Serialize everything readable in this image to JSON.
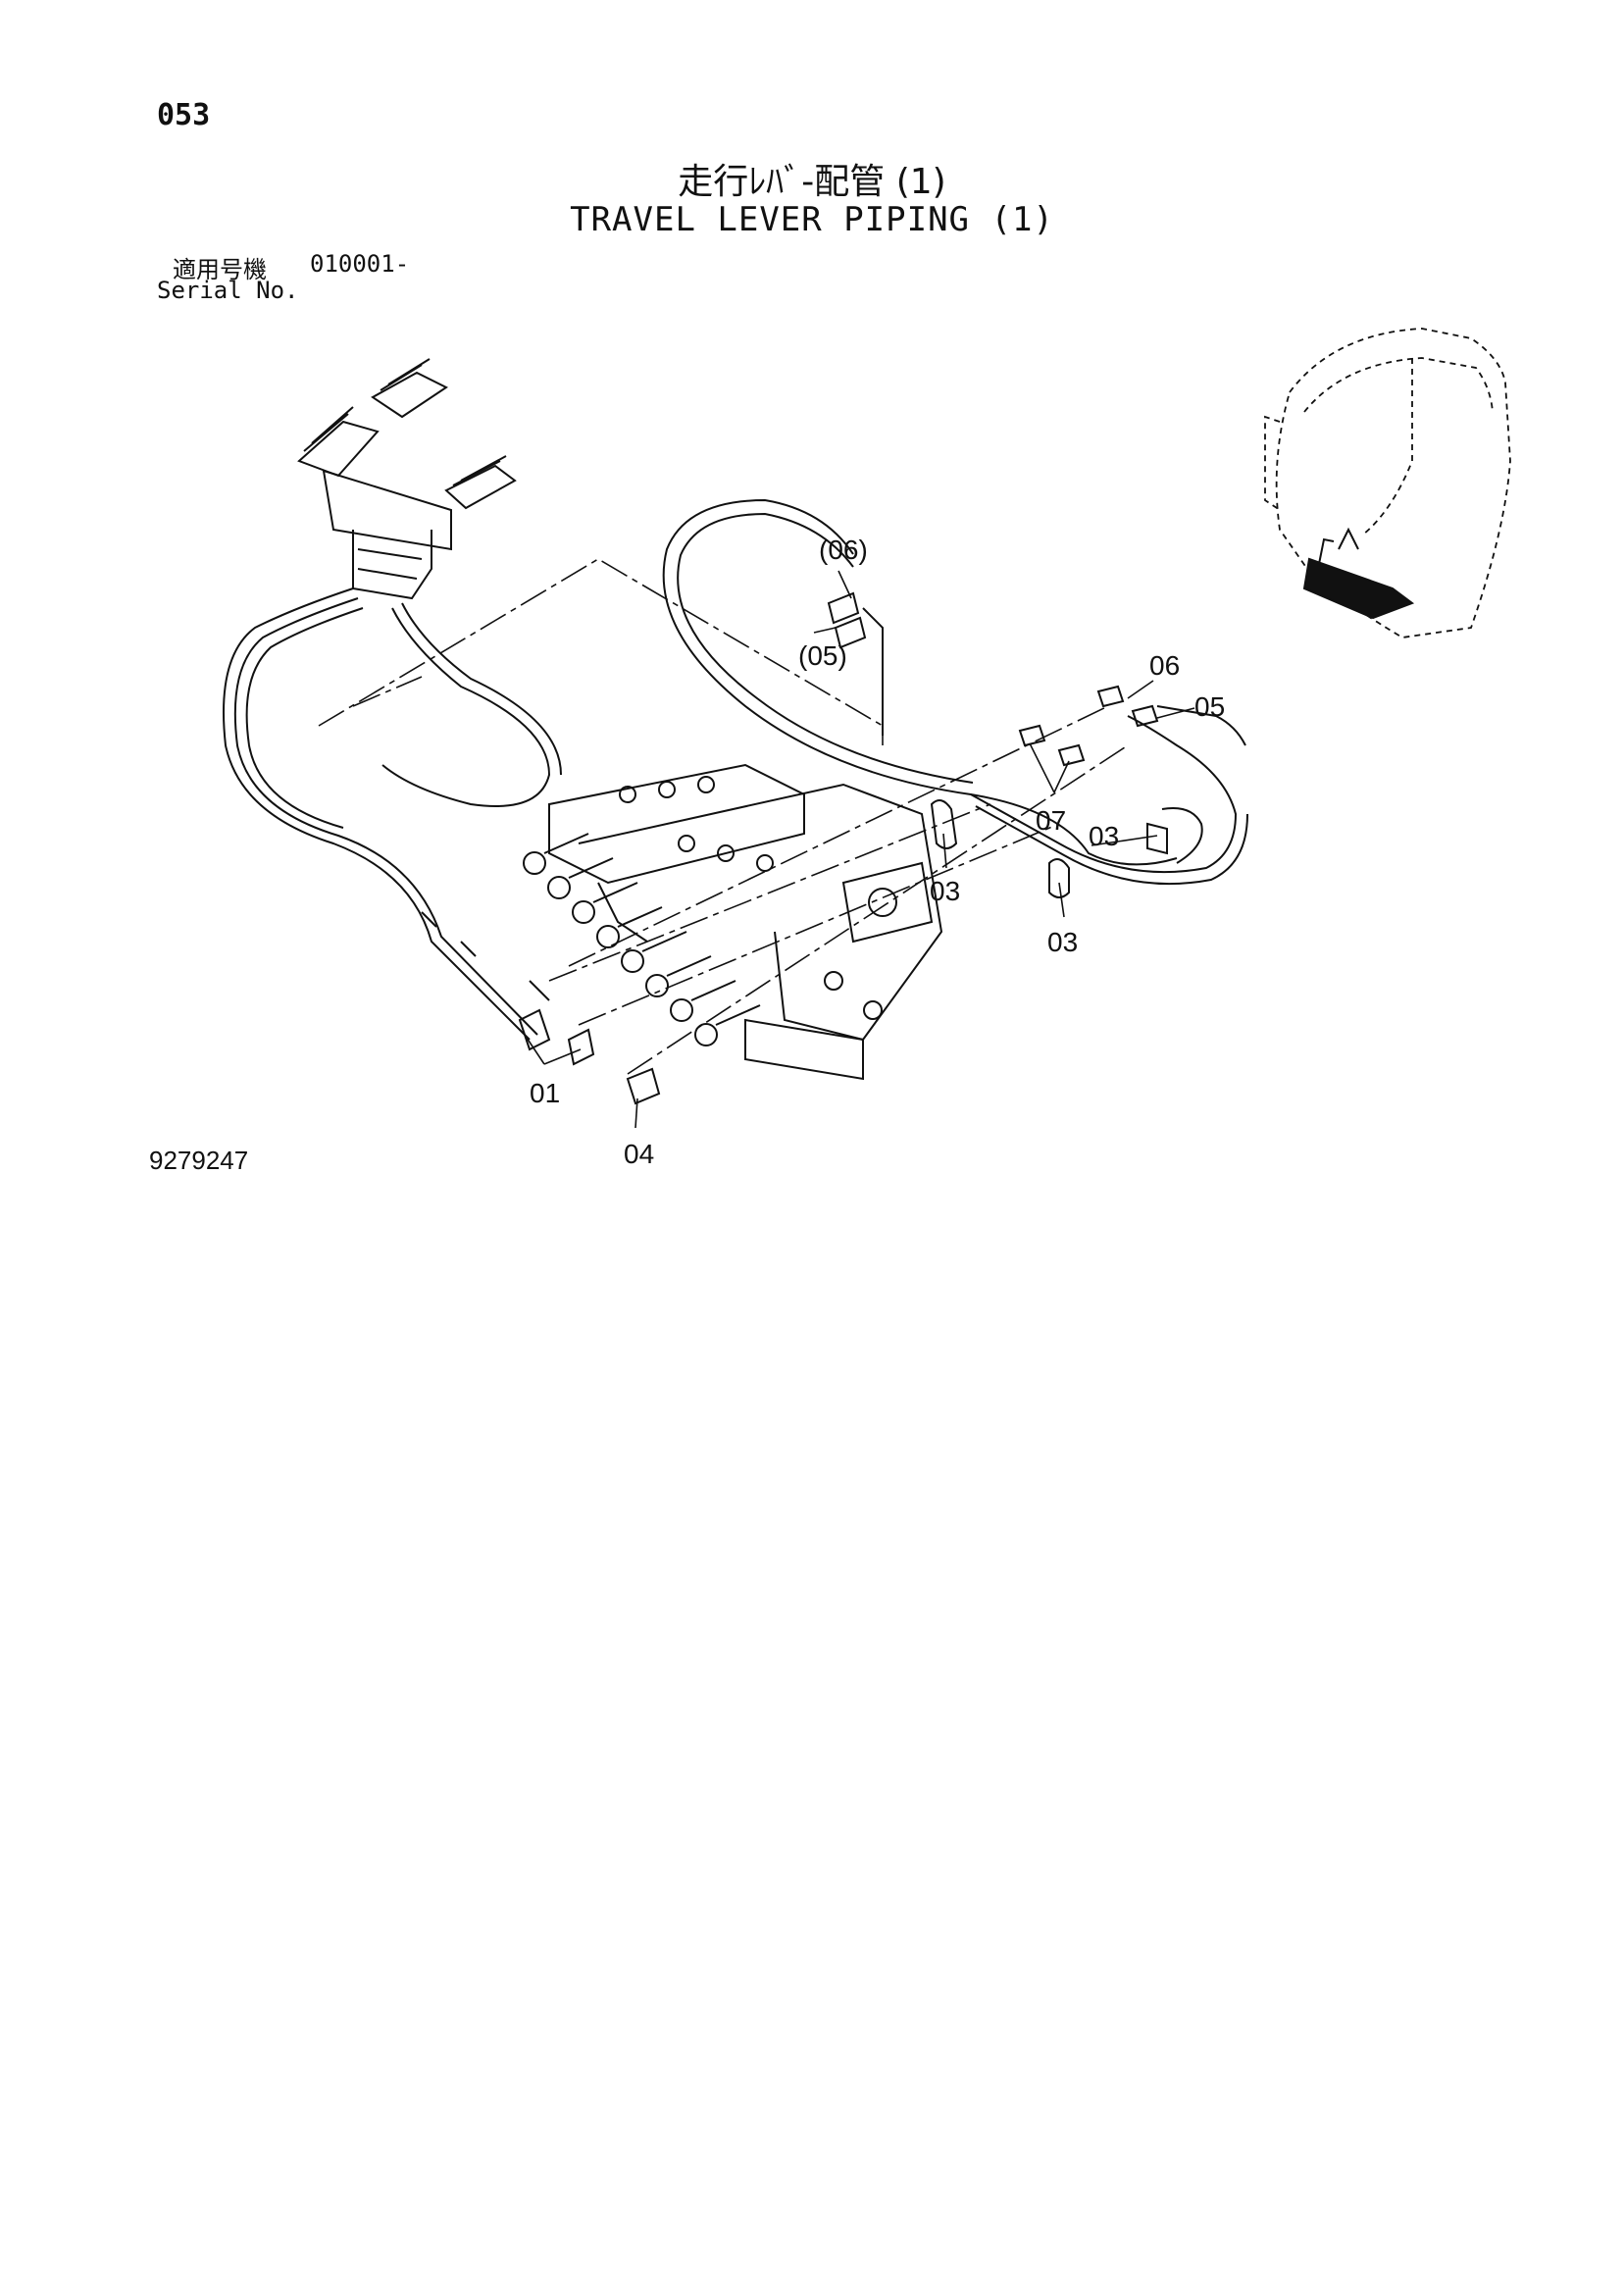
{
  "header": {
    "page_number": "053",
    "title_jp": "走行ﾚﾊﾞ-配管 (1)",
    "title_en": "TRAVEL LEVER PIPING (1)",
    "serial_label_jp": "適用号機",
    "serial_value": "010001-",
    "serial_label_en": "Serial No."
  },
  "drawing_number": "9279247",
  "callouts": {
    "c06p": "(06)",
    "c05p": "(05)",
    "c06": "06",
    "c05": "05",
    "c07": "07",
    "c03a": "03",
    "c03b": "03",
    "c03c": "03",
    "c01": "01",
    "c04": "04"
  }
}
